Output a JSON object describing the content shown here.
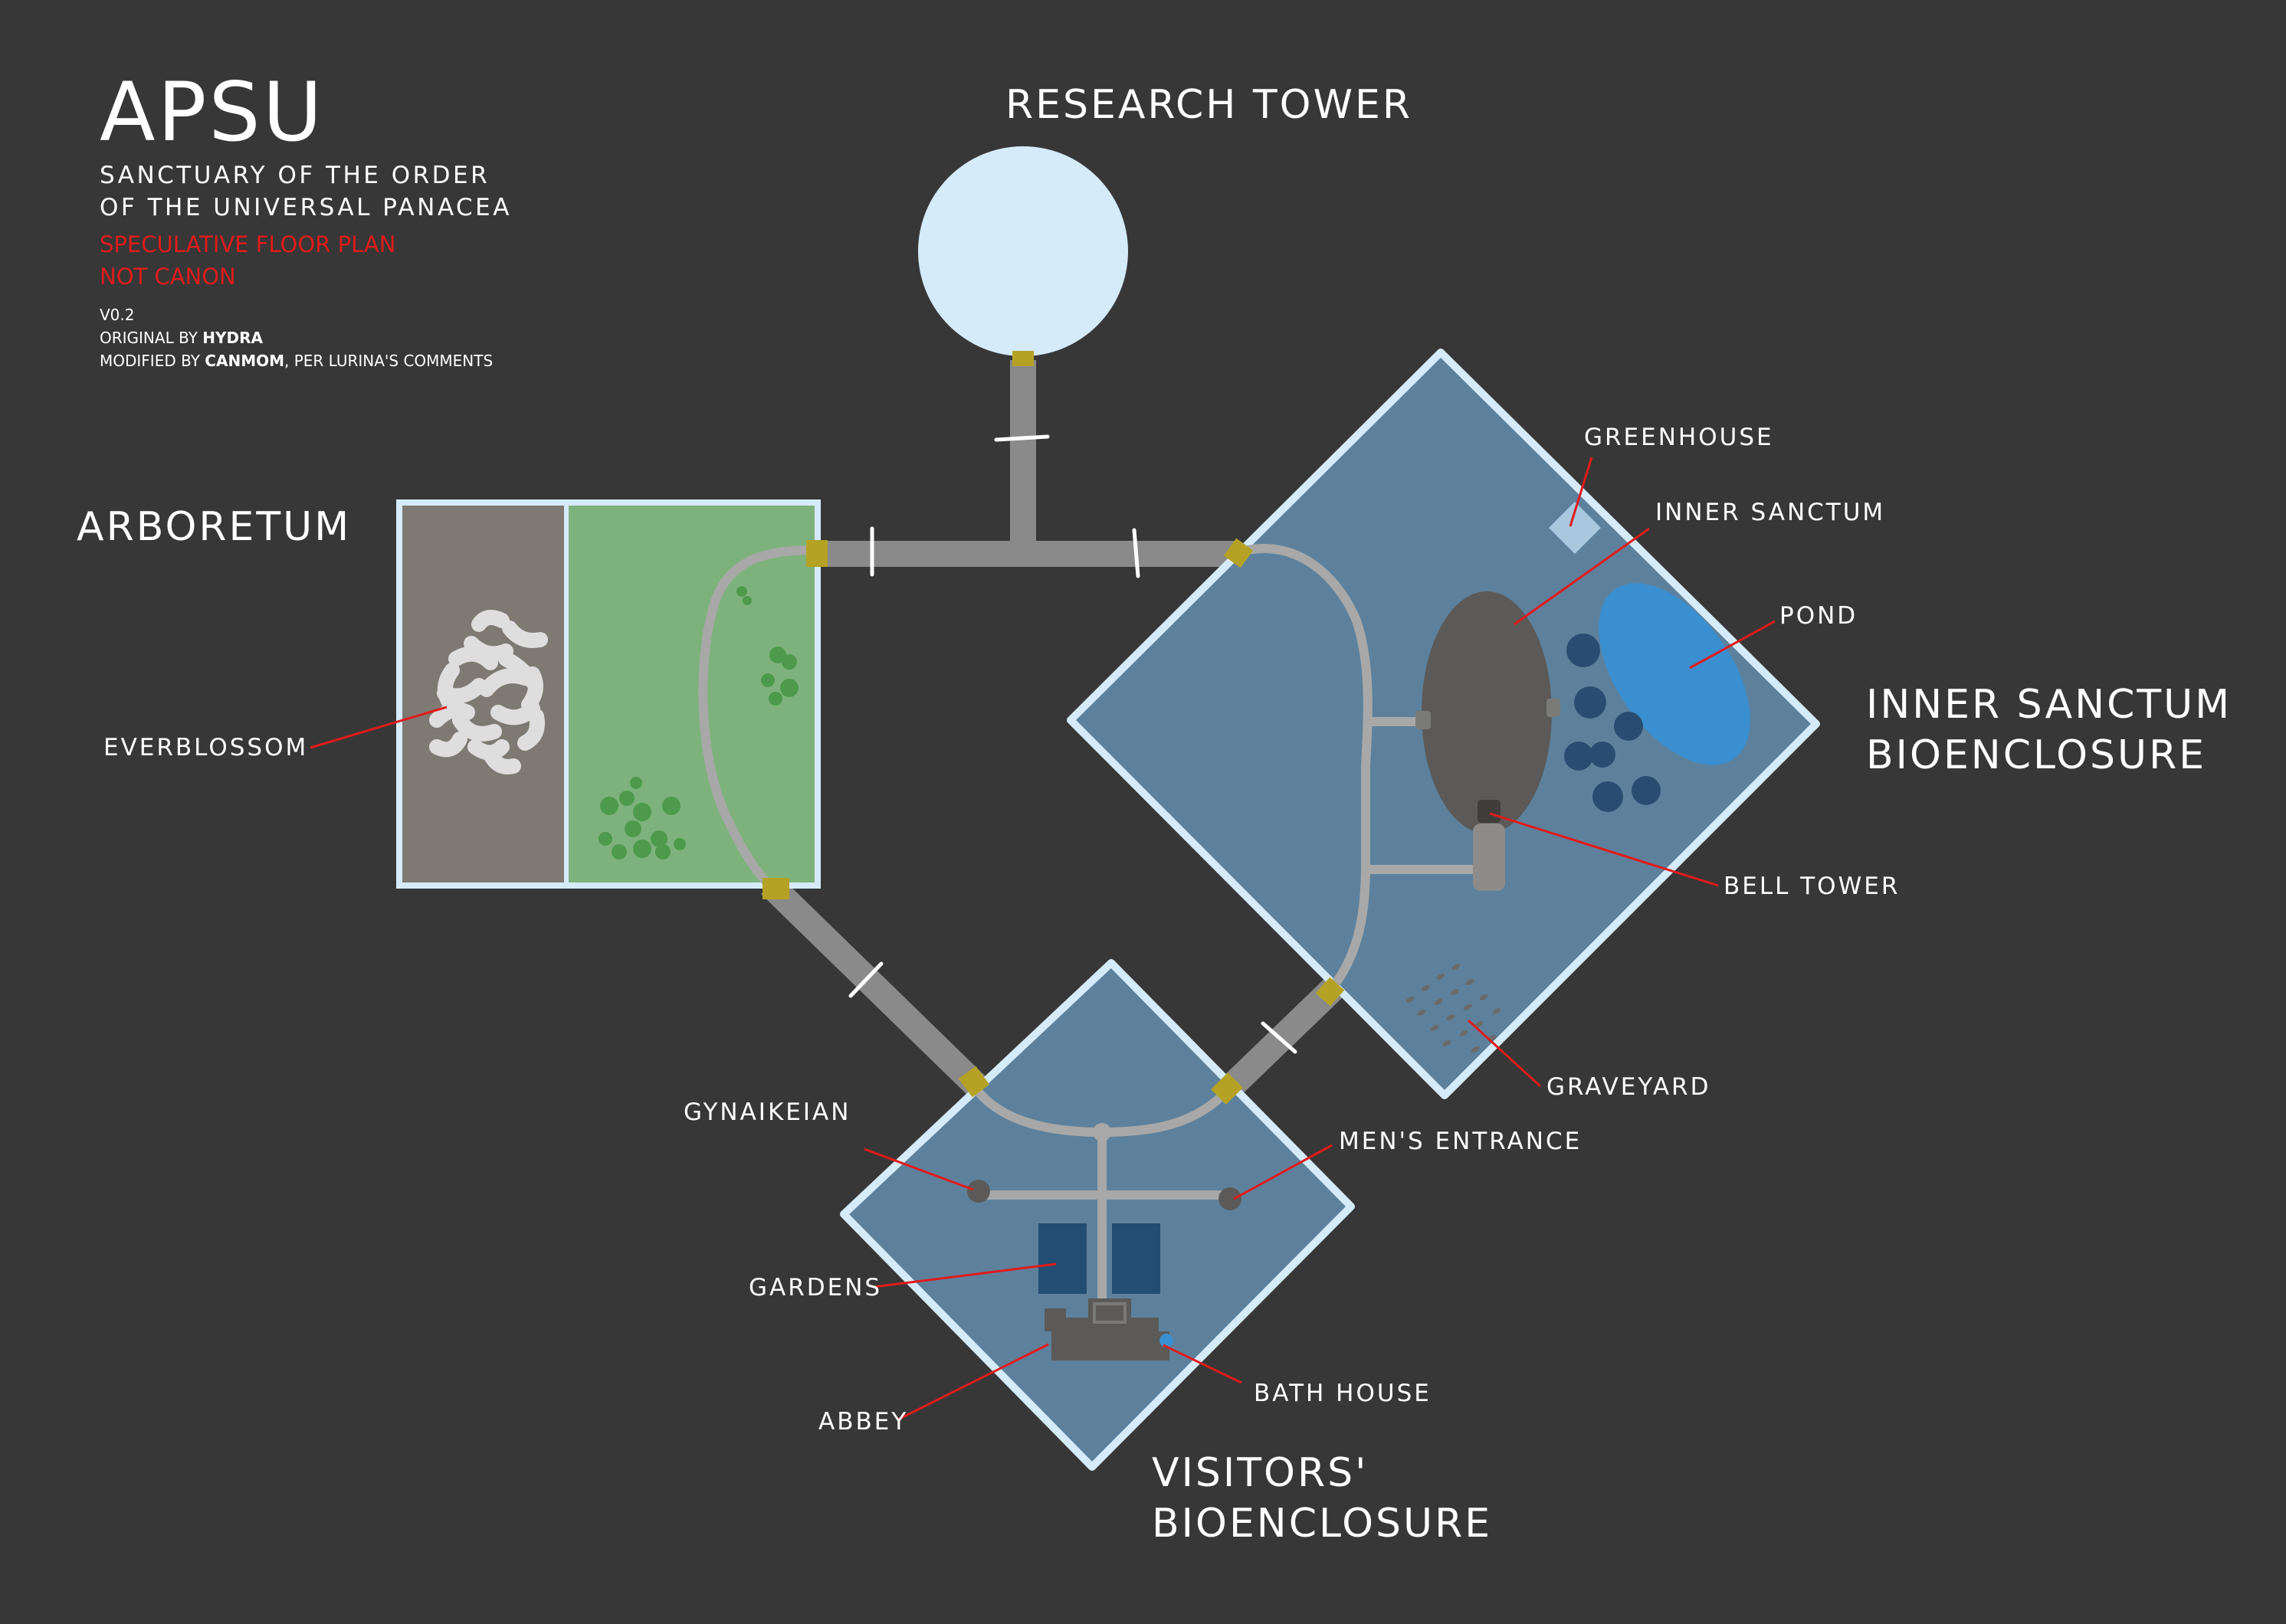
{
  "title": {
    "main": "APSU",
    "subtitle_line1": "SANCTUARY OF THE ORDER",
    "subtitle_line2": "OF THE UNIVERSAL PANACEA",
    "warning_line1": "SPECULATIVE FLOOR PLAN",
    "warning_line2": "NOT CANON",
    "version": "V0.2",
    "original_prefix": "ORIGINAL BY ",
    "original_author": "HYDRA",
    "modified_prefix": "MODIFIED BY ",
    "modified_author": "CANMOM",
    "modified_suffix": ", PER LURINA'S COMMENTS"
  },
  "regions": {
    "research_tower": "RESEARCH TOWER",
    "arboretum": "ARBORETUM",
    "inner_line1": "INNER SANCTUM",
    "inner_line2": "BIOENCLOSURE",
    "visitors_line1": "VISITORS'",
    "visitors_line2": "BIOENCLOSURE"
  },
  "features": {
    "everblossom": "EVERBLOSSOM",
    "greenhouse": "GREENHOUSE",
    "inner_sanctum": "INNER SANCTUM",
    "pond": "POND",
    "bell_tower": "BELL TOWER",
    "graveyard": "GRAVEYARD",
    "gynaikeian": "GYNAIKEIAN",
    "mens_entrance": "MEN'S ENTRANCE",
    "gardens": "GARDENS",
    "abbey": "ABBEY",
    "bath_house": "BATH HOUSE"
  },
  "colors": {
    "background": "#373737",
    "enclosure_fill": "#5d819c",
    "enclosure_border": "#d6ebfa",
    "corridor": "#8a8a8a",
    "door": "#b5a225",
    "leader_line": "#e01b1b",
    "pond": "#3a8fd0",
    "lawn": "#7eb27c",
    "soil": "#7e7a73"
  }
}
